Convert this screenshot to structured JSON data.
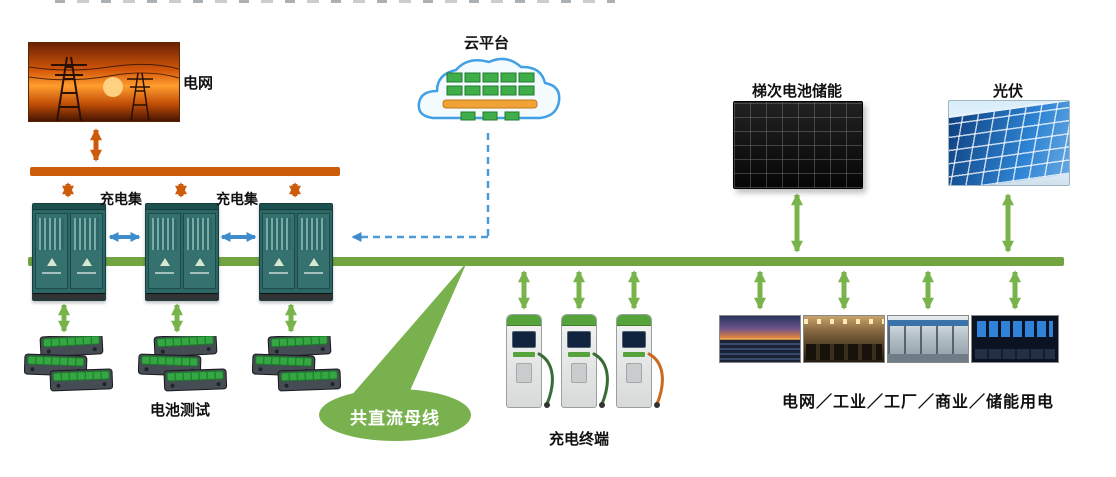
{
  "labels": {
    "grid": "电网",
    "cloud": "云平台",
    "cluster1": "充电集",
    "cluster2": "充电集",
    "battery_test": "电池测试",
    "dc_bus": "共直流母线",
    "charging_terminal": "充电终端",
    "battery_storage": "梯次电池储能",
    "pv": "光伏",
    "loads": "电网／工业／工厂／商业／储能用电"
  },
  "colors": {
    "orange_bus": "#cd5c0a",
    "green_bus": "#72a542",
    "green_arrow": "#79b34c",
    "blue_link": "#3f8ccc",
    "blue_dashed": "#4a9bd8",
    "callout_green": "#79b14e"
  },
  "icons": {
    "grid_photo": "transmission-towers-at-sunset",
    "cloud_platform": "cloud-with-server-racks",
    "charging_cabinet": "teal-power-cabinet",
    "battery_pack": "ev-battery-pack",
    "charging_pile": "dc-charging-pile",
    "battery_storage_photo": "black-battery-container",
    "pv_photo": "solar-panel-array",
    "load_photos": [
      "solar-farm-dusk",
      "industrial-plant",
      "factory-workshop",
      "control-room"
    ]
  }
}
